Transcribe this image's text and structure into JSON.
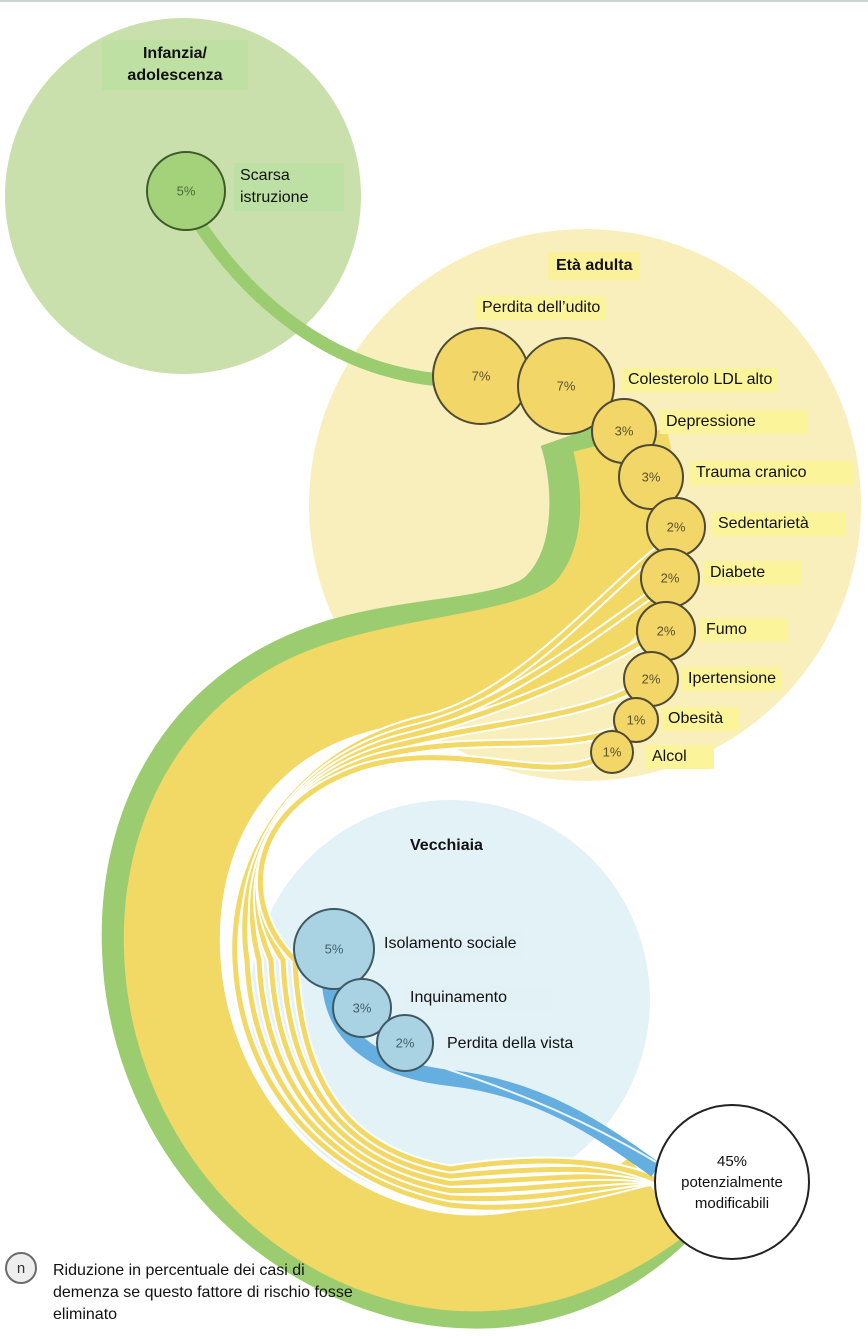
{
  "colors": {
    "childhood_circle": "#c9e0ac",
    "adult_circle": "#f8efbd",
    "old_age_circle": "#e3f2f6",
    "green_band": "#9ccc70",
    "yellow_band": "#f2d865",
    "blue_band": "#64aee0",
    "yellow_bubble": "#f2d668",
    "blue_bubble": "#a9d3e2",
    "green_bubble": "#a4d27b"
  },
  "stages": {
    "childhood": {
      "title_line1": "Infanzia/",
      "title_line2": "adolescenza"
    },
    "adult": {
      "title": "Età adulta"
    },
    "old_age": {
      "title": "Vecchiaia"
    }
  },
  "chart_data": {
    "type": "flow-bubble",
    "title": "",
    "total": {
      "value": 45,
      "label_line1": "45%",
      "label_line2": "potenzialmente",
      "label_line3": "modificabili"
    },
    "factors": [
      {
        "stage": "childhood",
        "name": "Scarsa istruzione",
        "name_line1": "Scarsa",
        "name_line2": "istruzione",
        "value": 5,
        "label": "5%"
      },
      {
        "stage": "adult",
        "name": "Perdita dell’udito",
        "value": 7,
        "label": "7%"
      },
      {
        "stage": "adult",
        "name": "Colesterolo LDL alto",
        "value": 7,
        "label": "7%"
      },
      {
        "stage": "adult",
        "name": "Depressione",
        "value": 3,
        "label": "3%"
      },
      {
        "stage": "adult",
        "name": "Trauma cranico",
        "value": 3,
        "label": "3%"
      },
      {
        "stage": "adult",
        "name": "Sedentarietà",
        "value": 2,
        "label": "2%"
      },
      {
        "stage": "adult",
        "name": "Diabete",
        "value": 2,
        "label": "2%"
      },
      {
        "stage": "adult",
        "name": "Fumo",
        "value": 2,
        "label": "2%"
      },
      {
        "stage": "adult",
        "name": "Ipertensione",
        "value": 2,
        "label": "2%"
      },
      {
        "stage": "adult",
        "name": "Obesità",
        "value": 1,
        "label": "1%"
      },
      {
        "stage": "adult",
        "name": "Alcol",
        "value": 1,
        "label": "1%"
      },
      {
        "stage": "old_age",
        "name": "Isolamento sociale",
        "value": 5,
        "label": "5%"
      },
      {
        "stage": "old_age",
        "name": "Inquinamento",
        "value": 3,
        "label": "3%"
      },
      {
        "stage": "old_age",
        "name": "Perdita della vista",
        "value": 2,
        "label": "2%"
      }
    ]
  },
  "legend": {
    "symbol": "n",
    "text": "Riduzione in percentuale dei casi di demenza se questo fattore di rischio fosse eliminato"
  }
}
